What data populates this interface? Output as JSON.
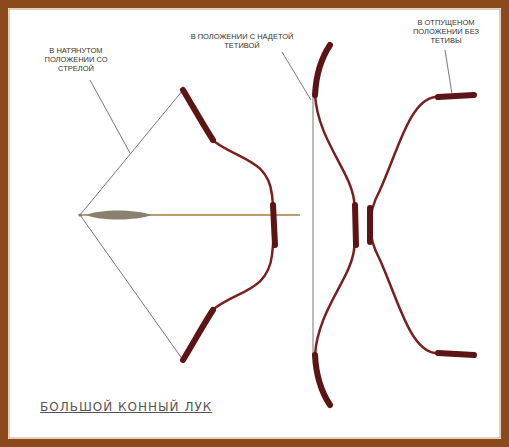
{
  "diagram": {
    "title": "БОЛЬШОЙ КОННЫЙ ЛУК",
    "labels": [
      "В НАТЯНУТОМ ПОЛОЖЕНИИ СО СТРЕЛОЙ",
      "В ПОЛОЖЕНИИ С НАДЕТОЙ ТЕТИВОЙ",
      "В ОТПУЩЕНОМ ПОЛОЖЕНИИ БЕЗ ТЕТИВЫ"
    ]
  }
}
